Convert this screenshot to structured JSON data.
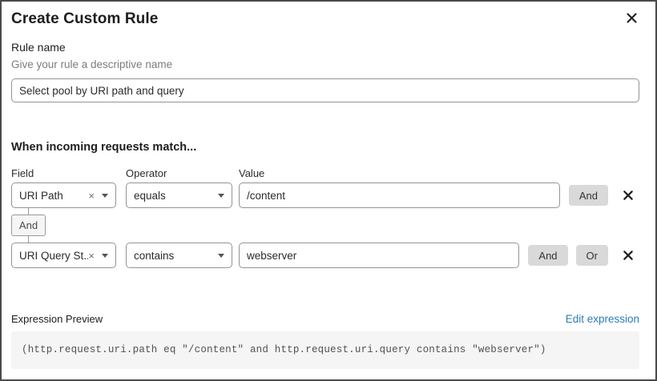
{
  "dialog": {
    "title": "Create Custom Rule"
  },
  "rule_name": {
    "label": "Rule name",
    "helper": "Give your rule a descriptive name",
    "value": "Select pool by URI path and query"
  },
  "match": {
    "heading": "When incoming requests match...",
    "columns": {
      "field": "Field",
      "operator": "Operator",
      "value": "Value"
    },
    "connector_label": "And",
    "rows": [
      {
        "field": "URI Path",
        "operator": "equals",
        "value": "/content",
        "and_label": "And"
      },
      {
        "field": "URI Query St...",
        "operator": "contains",
        "value": "webserver",
        "and_label": "And",
        "or_label": "Or"
      }
    ]
  },
  "expression": {
    "label": "Expression Preview",
    "edit_link": "Edit expression",
    "code": "(http.request.uri.path eq \"/content\" and http.request.uri.query contains \"webserver\")"
  },
  "icons": {
    "clear_glyph": "×"
  },
  "colors": {
    "link_blue": "#2c7bb8",
    "button_gray": "#d9d9d9",
    "code_background": "#f5f5f5",
    "input_border": "#949494"
  }
}
